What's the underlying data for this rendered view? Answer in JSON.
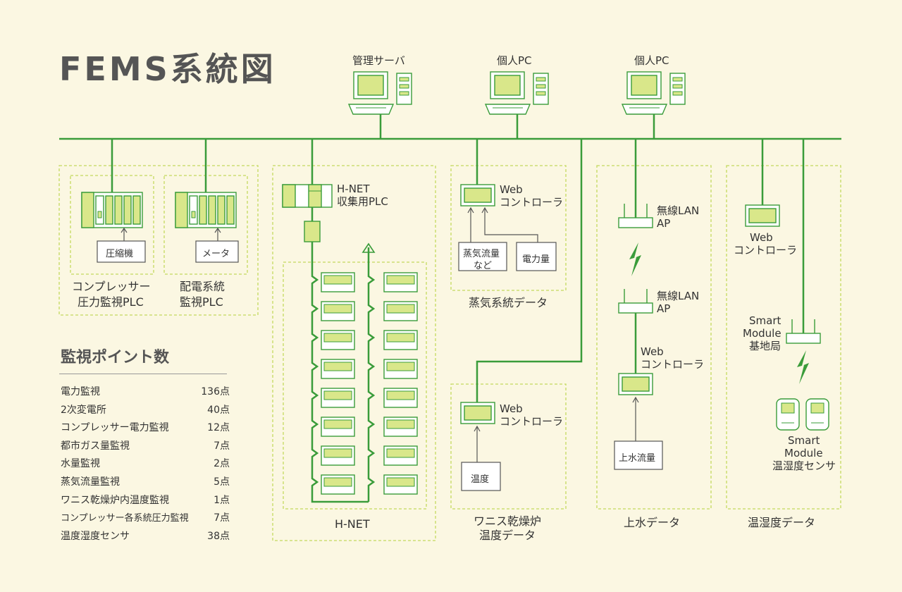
{
  "title": "FEMS系統図",
  "nodes": {
    "admin_server": "管理サーバ",
    "pc1": "個人PC",
    "pc2": "個人PC",
    "hnet_plc_1": "H-NET",
    "hnet_plc_2": "収集用PLC",
    "web1_1": "Web",
    "web1_2": "コントローラ",
    "web2_1": "Web",
    "web2_2": "コントローラ",
    "web3_1": "Web",
    "web3_2": "コントローラ",
    "web4_1": "Web",
    "web4_2": "コントローラ",
    "lan1_1": "無線LAN",
    "lan1_2": "AP",
    "lan2_1": "無線LAN",
    "lan2_2": "AP",
    "smart_base_1": "Smart",
    "smart_base_2": "Module",
    "smart_base_3": "基地局",
    "smart_sensor_1": "Smart",
    "smart_sensor_2": "Module",
    "smart_sensor_3": "温湿度センサ",
    "compressor": "圧縮機",
    "meter": "メータ",
    "steam_1": "蒸気流量",
    "steam_2": "など",
    "power": "電力量",
    "temp": "温度",
    "water": "上水流量"
  },
  "groups": {
    "compressor_1": "コンプレッサー",
    "compressor_2": "圧力監視PLC",
    "power_1": "配電系統",
    "power_2": "監視PLC",
    "hnet": "H-NET",
    "steam": "蒸気系統データ",
    "varnish_1": "ワニス乾燥炉",
    "varnish_2": "温度データ",
    "water": "上水データ",
    "humidity": "温湿度データ"
  },
  "stats": {
    "heading": "監視ポイント数",
    "rows": [
      {
        "label": "電力監視",
        "value": "136点"
      },
      {
        "label": "2次変電所",
        "value": "40点"
      },
      {
        "label": "コンプレッサー電力監視",
        "value": "12点"
      },
      {
        "label": "都市ガス量監視",
        "value": "7点"
      },
      {
        "label": "水量監視",
        "value": "2点"
      },
      {
        "label": "蒸気流量監視",
        "value": "5点"
      },
      {
        "label": "ワニス乾燥炉内温度監視",
        "value": "1点"
      },
      {
        "label": "コンプレッサー各系統圧力監視",
        "value": "7点"
      },
      {
        "label": "温度湿度センサ",
        "value": "38点"
      }
    ]
  },
  "colors": {
    "background": "#fbf7e2",
    "line": "#3a9c3a",
    "device_fill": "#d9e78a",
    "dashed": "#c0d660"
  }
}
